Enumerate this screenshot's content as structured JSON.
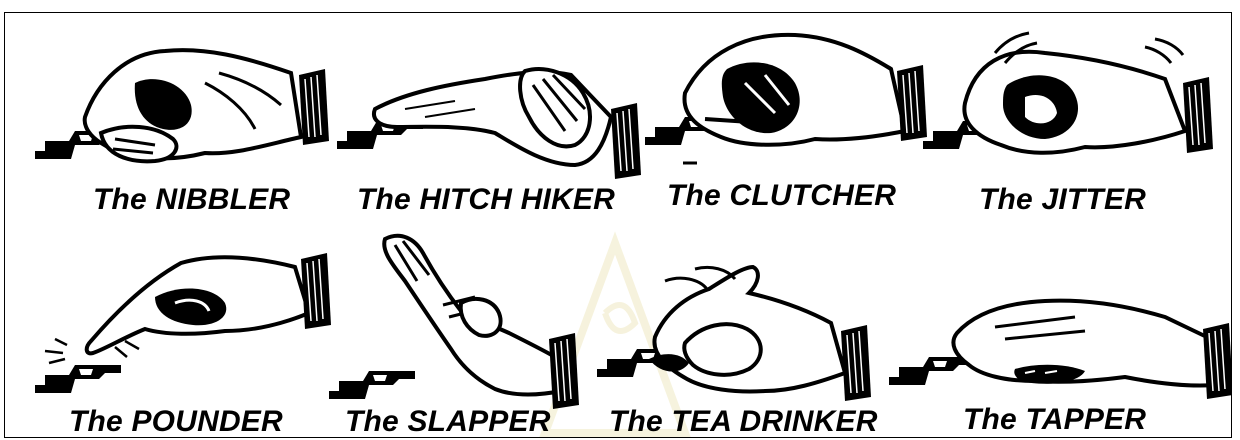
{
  "colors": {
    "ink": "#000000",
    "paper": "#ffffff",
    "watermark": "#d8c878"
  },
  "panels": [
    {
      "id": "nibbler",
      "label": "The NIBBLER"
    },
    {
      "id": "hitch-hiker",
      "label": "The HITCH HIKER"
    },
    {
      "id": "clutcher",
      "label": "The CLUTCHER"
    },
    {
      "id": "jitter",
      "label": "The JITTER"
    },
    {
      "id": "pounder",
      "label": "The POUNDER"
    },
    {
      "id": "slapper",
      "label": "The SLAPPER"
    },
    {
      "id": "tea-drinker",
      "label": "The TEA DRINKER"
    },
    {
      "id": "tapper",
      "label": "The TAPPER"
    }
  ]
}
